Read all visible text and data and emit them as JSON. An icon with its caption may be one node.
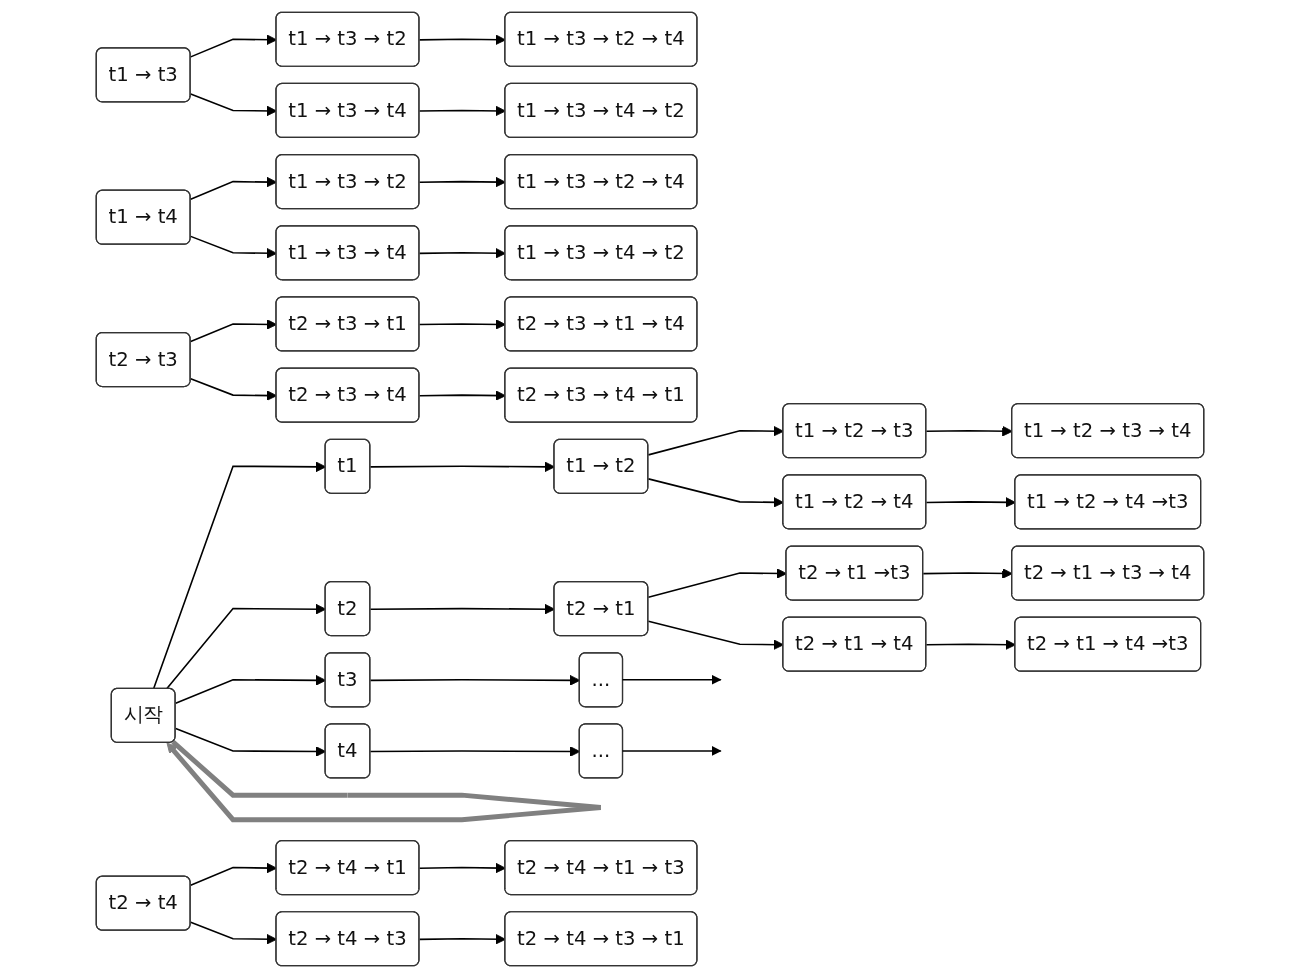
{
  "diagram": {
    "nodes": [
      {
        "text": [
          "시작"
        ]
      },
      {
        "text": [
          "t1"
        ]
      },
      {
        "text": [
          "t1 → t2"
        ]
      },
      {
        "text": [
          "t1 → t2 → t3"
        ]
      },
      {
        "text": [
          "t1 → t2 → t3 → t4"
        ]
      },
      {
        "text": [
          "t1 → t2 → t4"
        ]
      },
      {
        "text": [
          "t1 → t2 → t4 →t3"
        ]
      },
      {
        "text": [
          "t1 → t3"
        ]
      },
      {
        "text": [
          "t1 → t3 → t2"
        ]
      },
      {
        "text": [
          "t1 → t3 → t2 → t4"
        ]
      },
      {
        "text": [
          "t1 → t3 → t4"
        ]
      },
      {
        "text": [
          "t1 → t3 → t4 → t2"
        ]
      },
      {
        "text": [
          "t1 → t4"
        ]
      },
      {
        "text": [
          "t1 → t3 → t2"
        ]
      },
      {
        "text": [
          "t1 → t3 → t2 → t4"
        ]
      },
      {
        "text": [
          "t1 → t3 → t4"
        ]
      },
      {
        "text": [
          "t1 → t3 → t4 → t2"
        ]
      },
      {
        "text": [
          "t2"
        ]
      },
      {
        "text": [
          "t2 → t1"
        ]
      },
      {
        "text": [
          "t2 → t1 →t3"
        ]
      },
      {
        "text": [
          "t2 → t1 → t3 → t4"
        ]
      },
      {
        "text": [
          "t2 → t1 → t4"
        ]
      },
      {
        "text": [
          "t2 → t1 → t4 →t3"
        ]
      },
      {
        "text": [
          "t2 → t3"
        ]
      },
      {
        "text": [
          "t2 → t3 → t1"
        ]
      },
      {
        "text": [
          "t2 → t3 → t1 → t4"
        ]
      },
      {
        "text": [
          "t2 → t3 → t4"
        ]
      },
      {
        "text": [
          "t2 → t3 → t4 → t1"
        ]
      },
      {
        "text": [
          "t2 → t4"
        ]
      },
      {
        "text": [
          "t2 → t4 → t1"
        ]
      },
      {
        "text": [
          "t2 → t4 → t1 → t3"
        ]
      },
      {
        "text": [
          "t2 → t4 → t3"
        ]
      },
      {
        "text": [
          "t2 → t4 → t3 → t1"
        ]
      },
      {
        "text": [
          "t3"
        ]
      },
      {
        "text": [
          "..."
        ]
      },
      {
        "text": [
          "t4"
        ]
      },
      {
        "text": [
          "..."
        ]
      }
    ],
    "edges": [
      {
        "from": 0,
        "to": 1,
        "arrow": "to"
      },
      {
        "from": 0,
        "to": 17,
        "arrow": "to"
      },
      {
        "from": 0,
        "to": 33,
        "arrow": "to"
      },
      {
        "from": 0,
        "to": 35,
        "arrow": "to"
      },
      {
        "from": 1,
        "to": 2,
        "arrow": "to"
      },
      {
        "from": 2,
        "to": 3,
        "arrow": "to"
      },
      {
        "from": 2,
        "to": 5,
        "arrow": "to"
      },
      {
        "from": 3,
        "to": 4,
        "arrow": "to"
      },
      {
        "from": 5,
        "to": 6,
        "arrow": "to"
      },
      {
        "from": 7,
        "to": 8,
        "arrow": "to"
      },
      {
        "from": 7,
        "to": 10,
        "arrow": "to"
      },
      {
        "from": 8,
        "to": 9,
        "arrow": "to"
      },
      {
        "from": 10,
        "to": 11,
        "arrow": "to"
      },
      {
        "from": 12,
        "to": 13,
        "arrow": "to"
      },
      {
        "from": 12,
        "to": 15,
        "arrow": "to"
      },
      {
        "from": 13,
        "to": 14,
        "arrow": "to"
      },
      {
        "from": 15,
        "to": 16,
        "arrow": "to"
      },
      {
        "from": 17,
        "to": 18,
        "arrow": "to"
      },
      {
        "from": 18,
        "to": 19,
        "arrow": "to"
      },
      {
        "from": 18,
        "to": 21,
        "arrow": "to"
      },
      {
        "from": 19,
        "to": 20,
        "arrow": "to"
      },
      {
        "from": 21,
        "to": 22,
        "arrow": "to"
      },
      {
        "from": 23,
        "to": 24,
        "arrow": "to"
      },
      {
        "from": 23,
        "to": 26,
        "arrow": "to"
      },
      {
        "from": 24,
        "to": 25,
        "arrow": "to"
      },
      {
        "from": 26,
        "to": 27,
        "arrow": "to"
      },
      {
        "from": 28,
        "to": 29,
        "arrow": "to"
      },
      {
        "from": 28,
        "to": 31,
        "arrow": "to"
      },
      {
        "from": 29,
        "to": 30,
        "arrow": "to"
      },
      {
        "from": 31,
        "to": 32,
        "arrow": "to"
      },
      {
        "from": 33,
        "to": 34,
        "arrow": "to"
      },
      {
        "from": 34,
        "to": null,
        "arrow": "to"
      },
      {
        "from": 35,
        "to": 36,
        "arrow": "to"
      },
      {
        "from": 36,
        "to": null,
        "arrow": "to"
      },
      {
        "from": 0,
        "to": 0,
        "arrow": "to",
        "style": "thick",
        "color": "#808080"
      }
    ]
  }
}
